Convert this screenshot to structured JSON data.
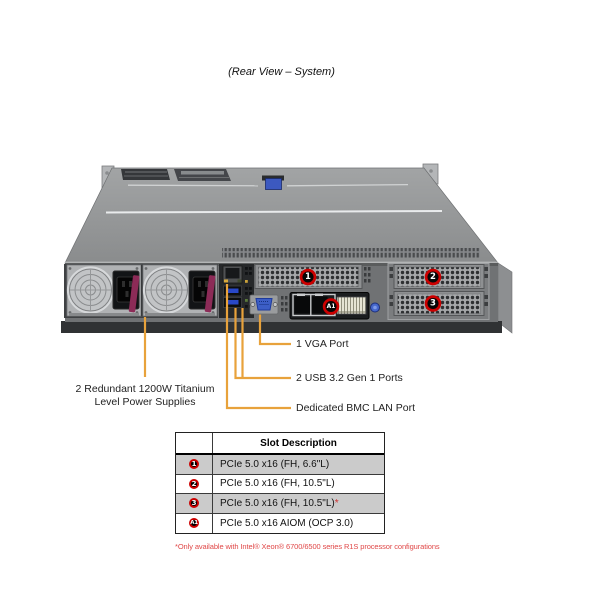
{
  "title": "(Rear View – System)",
  "diagram": {
    "badges": [
      {
        "label": "1"
      },
      {
        "label": "2"
      },
      {
        "label": "3"
      },
      {
        "label": "A1"
      }
    ],
    "callouts": {
      "vga": "1 VGA Port",
      "usb": "2 USB 3.2 Gen 1 Ports",
      "bmc": "Dedicated BMC LAN Port",
      "psu_line1": "2 Redundant 1200W Titanium",
      "psu_line2": "Level Power Supplies"
    }
  },
  "table": {
    "header": "Slot Description",
    "rows": [
      {
        "slot": "1",
        "desc": "PCIe 5.0 x16 (FH, 6.6\"L)",
        "note": ""
      },
      {
        "slot": "2",
        "desc": "PCIe 5.0 x16 (FH, 10.5\"L)",
        "note": ""
      },
      {
        "slot": "3",
        "desc": "PCIe 5.0 x16 (FH, 10.5\"L)",
        "note": "*"
      },
      {
        "slot": "A1",
        "desc": "PCIe 5.0 x16 AIOM (OCP 3.0)",
        "note": ""
      }
    ],
    "footnote": "*Only available with Intel® Xeon® 6700/6500 series R1S processor configurations"
  },
  "colors": {
    "callout": "#E8A23B",
    "badge_ring": "#CC0000",
    "footnote_red": "#E04848",
    "row_shade": "#CBCBCB"
  }
}
